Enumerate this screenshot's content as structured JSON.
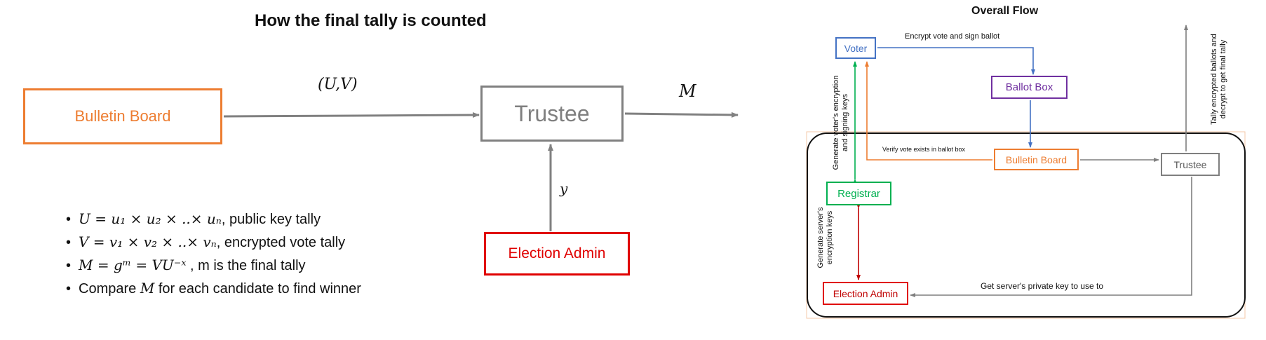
{
  "left": {
    "title": "How the final tally is counted",
    "nodes": {
      "bulletin_board": "Bulletin Board",
      "trustee": "Trustee",
      "election_admin": "Election Admin"
    },
    "edge_labels": {
      "uv": "(U,V)",
      "m": "M",
      "y": "y"
    },
    "bullets": [
      {
        "math": "U = u₁ × u₂ × ..× uₙ",
        "text": ", public key tally"
      },
      {
        "math": "V = v₁ × v₂ × ..× vₙ",
        "text": ", encrypted vote tally"
      },
      {
        "math": "M = gᵐ = VU⁻ˣ",
        "text": " , m is the final tally"
      },
      {
        "pre": "Compare ",
        "math": "M",
        "text": " for each candidate to find winner"
      }
    ]
  },
  "right": {
    "title": "Overall Flow",
    "nodes": {
      "voter": "Voter",
      "ballot_box": "Ballot Box",
      "bulletin_board": "Bulletin Board",
      "trustee": "Trustee",
      "registrar": "Registrar",
      "election_admin": "Election Admin"
    },
    "edge_labels": {
      "encrypt_vote": "Encrypt vote and sign ballot",
      "verify_vote": "Verify vote exists in ballot box",
      "gen_voter_keys": "Generate voter's encryption and signing keys",
      "gen_server_keys": "Generate server's encryption keys",
      "get_private_key": "Get server's private key to use to",
      "tally": "Tally encrypted ballots and decrypt to get final tally"
    },
    "colors": {
      "voter": "#4472c4",
      "ballot_box": "#7030a0",
      "bulletin_board": "#ed7d31",
      "trustee": "#7f7f7f",
      "registrar": "#00b050",
      "election_admin": "#e00000"
    }
  }
}
